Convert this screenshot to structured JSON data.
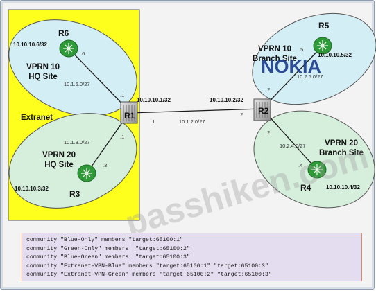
{
  "extranet": {
    "label": "Extranet",
    "color": "#ffff1e"
  },
  "sites": [
    {
      "id": "vprn10-hq",
      "title": [
        "VPRN 10",
        "HQ Site"
      ],
      "color": "#d3eef4"
    },
    {
      "id": "vprn20-hq",
      "title": [
        "VPRN 20",
        "HQ Site"
      ],
      "color": "#d6eedc"
    },
    {
      "id": "vprn10-branch",
      "title": [
        "VPRN 10",
        "Branch Site"
      ],
      "color": "#d3eef4"
    },
    {
      "id": "vprn20-branch",
      "title": [
        "VPRN 20",
        "Branch Site"
      ],
      "color": "#d6eedc"
    }
  ],
  "routers": [
    {
      "id": "R1",
      "label": "R1",
      "loopback": "10.10.10.1/32"
    },
    {
      "id": "R2",
      "label": "R2",
      "loopback": "10.10.10.2/32"
    },
    {
      "id": "R3",
      "label": "R3",
      "loopback": "10.10.10.3/32"
    },
    {
      "id": "R4",
      "label": "R4",
      "loopback": "10.10.10.4/32"
    },
    {
      "id": "R5",
      "label": "R5",
      "loopback": "10.10.10.5/32"
    },
    {
      "id": "R6",
      "label": "R6",
      "loopback": "10.10.10.6/32"
    }
  ],
  "links": [
    {
      "id": "r1-r6",
      "subnet": "10.1.6.0/27",
      "a_if": ".1",
      "b_if": ".6"
    },
    {
      "id": "r1-r3",
      "subnet": "10.1.3.0/27",
      "a_if": ".1",
      "b_if": ".3"
    },
    {
      "id": "r1-r2",
      "subnet": "10.1.2.0/27",
      "a_if": ".1",
      "b_if": ".2"
    },
    {
      "id": "r2-r5",
      "subnet": "10.2.5.0/27",
      "a_if": ".2",
      "b_if": ".5"
    },
    {
      "id": "r2-r4",
      "subnet": "10.2.4.0/27",
      "a_if": ".2",
      "b_if": ".4"
    }
  ],
  "communities": [
    "community \"Blue-Only\" members \"target:65100:1\"",
    "community \"Green-Only\" members  \"target:65100:2\"",
    "community \"Blue-Green\" members  \"target:65100:3\"",
    "community \"Extranet-VPN-Blue\" members \"target:65100:1\" \"target:65100:3\"",
    "community \"Extranet-VPN-Green\" members \"target:65100:2\" \"target:65100:3\""
  ],
  "watermarks": {
    "brand": "NOKIA",
    "site": "passhiken.com"
  },
  "colors": {
    "router_icon": "#2e9a38",
    "link": "#1a1a1a",
    "box_border": "#e0895f",
    "box_fill": "#e4ddf0",
    "nokia_blue": "#1b3a8c"
  }
}
